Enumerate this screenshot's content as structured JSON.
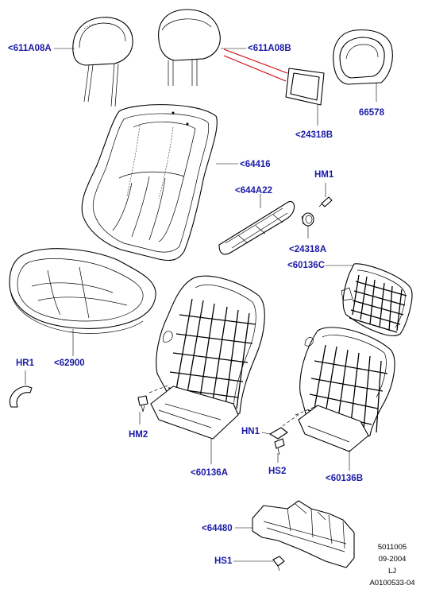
{
  "labels": {
    "headrest_left": "<611A08A",
    "headrest_mid": "<611A08B",
    "headrest_right": "66578",
    "bezel": "<24318B",
    "back_cushion": "<64416",
    "hm1": "HM1",
    "side_trim": "<644A22",
    "knob": "<24318A",
    "frame_right_panel": "<60136C",
    "seat_cushion": "<62900",
    "hr1": "HR1",
    "hm2": "HM2",
    "back_frame_left": "<60136A",
    "hn1": "HN1",
    "hs2": "HS2",
    "back_frame_right": "<60136B",
    "lower_trim": "<64480",
    "hs1": "HS1"
  },
  "reference": {
    "number": "5011005",
    "date": "09-2004",
    "initials": "LJ",
    "code": "A0100533-04"
  },
  "colors": {
    "label": "#1a1aa8",
    "leader_red": "#cc0000",
    "line": "#000000"
  }
}
